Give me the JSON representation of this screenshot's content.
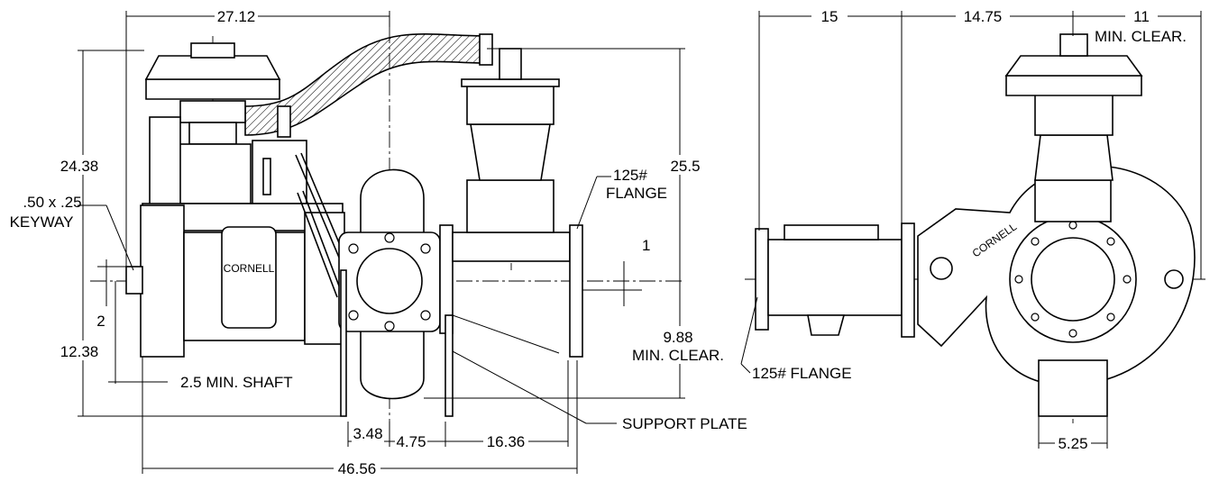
{
  "dimensions": {
    "overall_length_top": "27.12",
    "height_total": "24.38",
    "keyway_line1": ".50 x .25",
    "keyway_line2": "KEYWAY",
    "shaft_offset": "2",
    "lower_height": "12.38",
    "min_shaft": "2.5 MIN. SHAFT",
    "discharge_height": "25.5",
    "flange_top_line1": "125#",
    "flange_top_line2": "FLANGE",
    "discharge_offset": "1",
    "bottom_clear_value": "9.88",
    "bottom_clear_label": "MIN. CLEAR.",
    "plate_a": "3.48",
    "plate_b": "4.75",
    "plate_c": "16.36",
    "support_plate": "SUPPORT PLATE",
    "overall_length_bottom": "46.56",
    "side_a": "15",
    "side_b": "14.75",
    "side_c": "11",
    "side_c_label": "MIN. CLEAR.",
    "side_flange": "125# FLANGE",
    "side_bottom": "5.25"
  },
  "nameplates": {
    "front": "CORNELL",
    "side": "CORNELL"
  }
}
